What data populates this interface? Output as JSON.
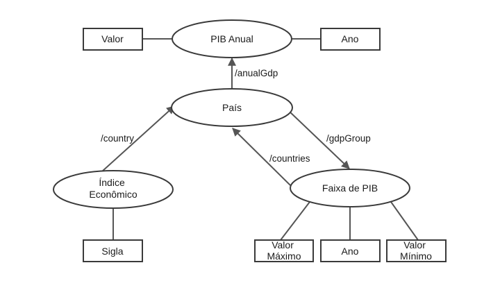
{
  "diagram": {
    "nodes": {
      "pib_anual": "PIB Anual",
      "pais": "País",
      "indice_economico": [
        "Índice",
        "Econômico"
      ],
      "faixa_pib": "Faixa de PIB",
      "valor": "Valor",
      "ano_top": "Ano",
      "sigla": "Sigla",
      "valor_maximo": [
        "Valor",
        "Máximo"
      ],
      "ano_bottom": "Ano",
      "valor_minimo": [
        "Valor",
        "Mínimo"
      ]
    },
    "edges": {
      "anual_gdp": "/anualGdp",
      "country": "/country",
      "gdp_group": "/gdpGroup",
      "countries": "/countries"
    },
    "colors": {
      "stroke": "#3a3a3a",
      "edge": "#555555",
      "text": "#1a1a1a",
      "background": "#ffffff"
    }
  }
}
